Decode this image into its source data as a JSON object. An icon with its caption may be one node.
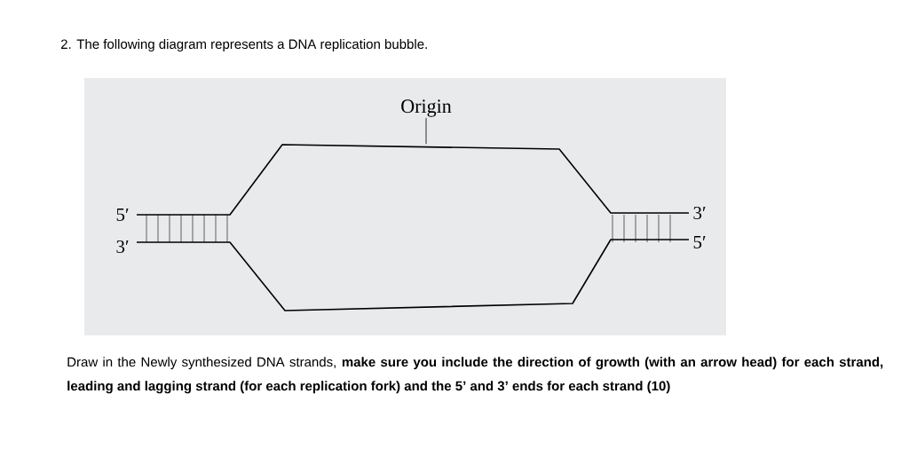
{
  "diagram": {
    "title": "2.  The following diagram represents a DNA replication bubble.",
    "caption": "Draw in the Newly synthesized DNA strands, **make sure you include the direction of growth (with an arrow head) for each strand, leading and lagging strand (for each replication fork) and the 5’ and 3’ ends for each strand (10)**",
    "nodes": [
      {
        "text": [
          "Origin"
        ]
      },
      {
        "text": [],
        "shape": "bubble"
      }
    ],
    "edges": [
      {
        "from": 0,
        "to": 1,
        "arrow": "none"
      }
    ],
    "labels": [
      "5′",
      "3′",
      "3′",
      "5′"
    ]
  }
}
